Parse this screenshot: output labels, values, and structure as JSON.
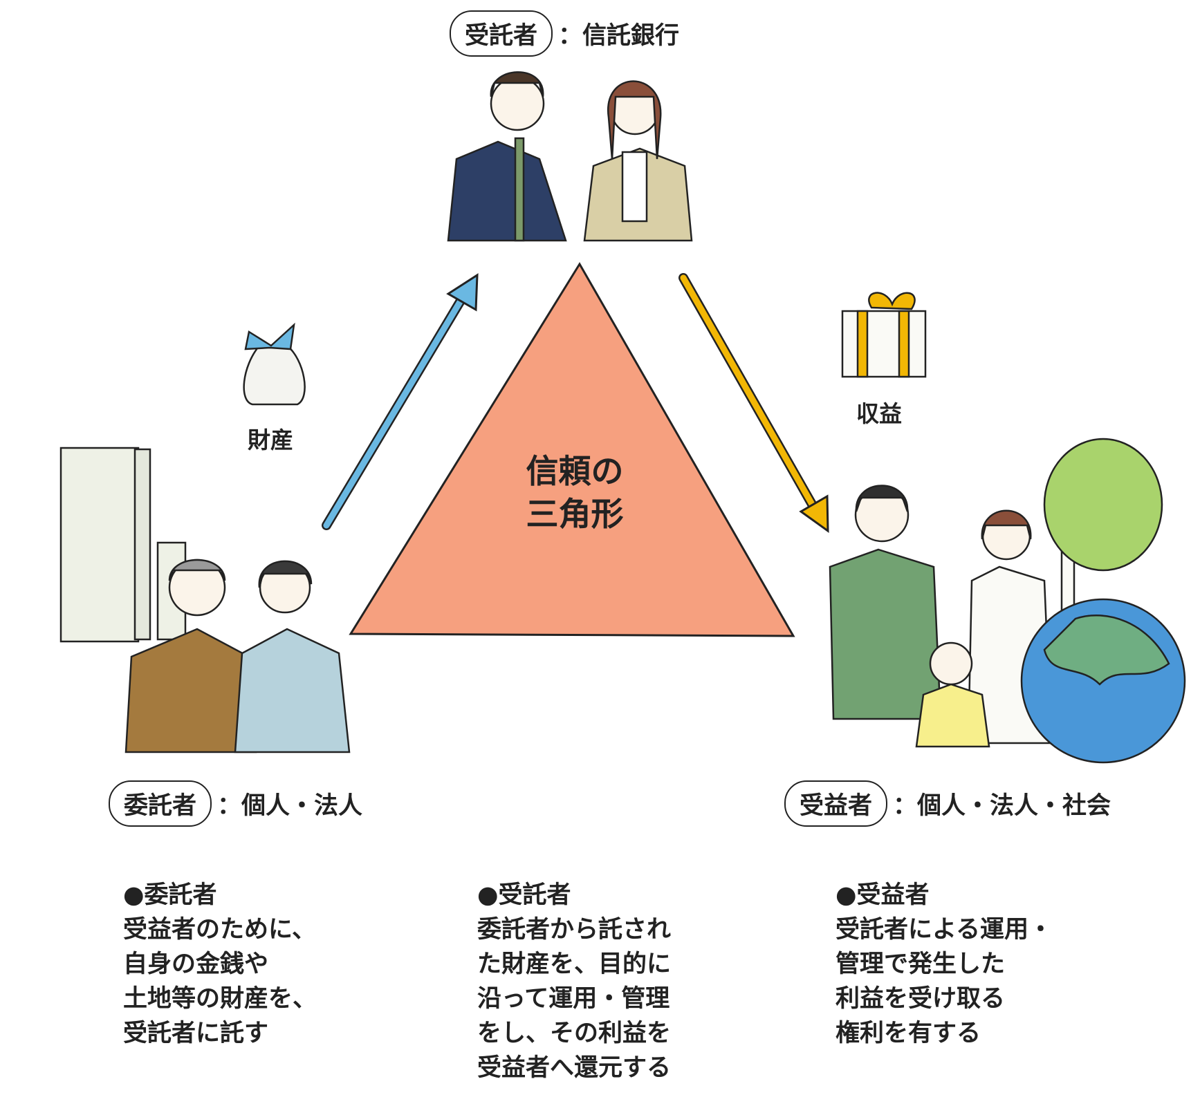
{
  "trustee": {
    "role": "受託者",
    "entity": "：信託銀行"
  },
  "settlor": {
    "role": "委託者",
    "entity": "：個人・法人"
  },
  "beneficiary": {
    "role": "受益者",
    "entity": "：個人・法人・社会"
  },
  "center": {
    "line1": "信頼の",
    "line2": "三角形"
  },
  "flows": {
    "property": "財産",
    "profit": "収益"
  },
  "colors": {
    "triangle": "#f6a07f",
    "property_arrow": "#6ab8e2",
    "profit_arrow": "#f2b705"
  },
  "descriptions": {
    "settlor": [
      "●委託者",
      "受益者のために、",
      "自身の金銭や",
      "土地等の財産を、",
      "受託者に託す"
    ],
    "trustee": [
      "●受託者",
      "委託者から託され",
      "た財産を、目的に",
      "沿って運用・管理",
      "をし、その利益を",
      "受益者へ還元する"
    ],
    "beneficiary": [
      "●受益者",
      "受託者による運用・",
      "管理で発生した",
      "利益を受け取る",
      "権利を有する"
    ]
  }
}
